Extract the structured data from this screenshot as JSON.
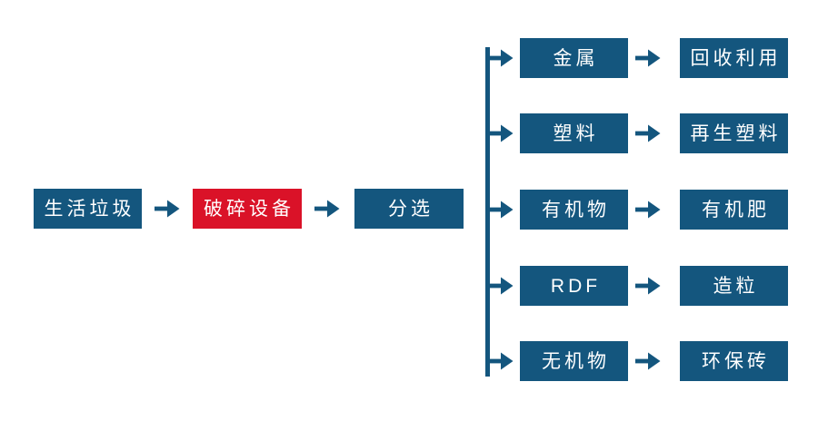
{
  "colors": {
    "primary_blue": "#14567E",
    "accent_red": "#DA1228",
    "background": "#FFFFFF",
    "text_on_node": "#FFFFFF"
  },
  "icons": {
    "flow_arrow": "arrow-right-icon",
    "branch_trunk": "vertical-branch-line"
  },
  "main_flow": {
    "nodes": [
      {
        "label": "生活垃圾",
        "color": "blue"
      },
      {
        "label": "破碎设备",
        "color": "red"
      },
      {
        "label": "分选",
        "color": "blue"
      }
    ]
  },
  "branches": [
    {
      "category": "金属",
      "product": "回收利用"
    },
    {
      "category": "塑料",
      "product": "再生塑料"
    },
    {
      "category": "有机物",
      "product": "有机肥"
    },
    {
      "category": "RDF",
      "product": "造粒"
    },
    {
      "category": "无机物",
      "product": "环保砖"
    }
  ]
}
